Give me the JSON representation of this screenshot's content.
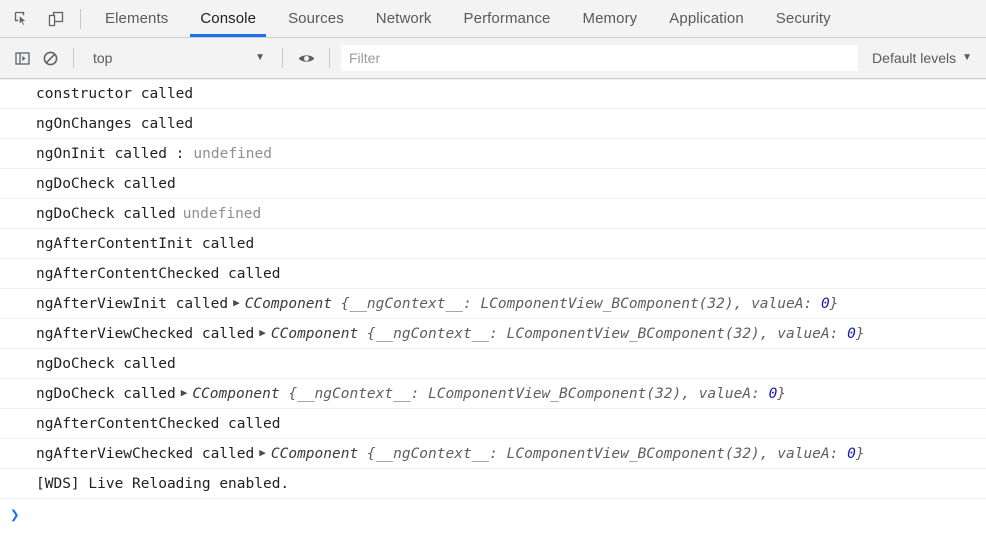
{
  "theme": {
    "accent": "#1a73e8",
    "toolbar_bg": "#f3f3f3",
    "body_bg": "#ffffff",
    "text": "#202124",
    "muted_text": "#5a5a5a",
    "undefined_color": "#8f8f8f",
    "number_color": "#1a1aa6",
    "object_color": "#5f5f5f",
    "border": "#cdcdcd"
  },
  "tabbar": {
    "inspect_icon": "inspect-element-icon",
    "device_icon": "device-toolbar-icon",
    "tabs": [
      {
        "label": "Elements",
        "active": false
      },
      {
        "label": "Console",
        "active": true
      },
      {
        "label": "Sources",
        "active": false
      },
      {
        "label": "Network",
        "active": false
      },
      {
        "label": "Performance",
        "active": false
      },
      {
        "label": "Memory",
        "active": false
      },
      {
        "label": "Application",
        "active": false
      },
      {
        "label": "Security",
        "active": false
      }
    ]
  },
  "filterbar": {
    "sidebar_toggle_icon": "console-sidebar-icon",
    "clear_icon": "clear-console-icon",
    "eye_icon": "live-expression-eye-icon",
    "context": {
      "value": "top",
      "caret": "▼"
    },
    "filter": {
      "value": "",
      "placeholder": "Filter"
    },
    "levels": {
      "label": "Default levels",
      "caret": "▼"
    }
  },
  "console": {
    "arrow_glyph": "▶",
    "object_preview": {
      "class_name": "CComponent",
      "open_brace": " {",
      "key1": "__ngContext__",
      "sep1": ": ",
      "val1": "LComponentView_BComponent(32)",
      "comma": ", ",
      "key2": "valueA",
      "sep2": ": ",
      "val2": "0",
      "close_brace": "}"
    },
    "rows": [
      {
        "text": "constructor called",
        "undefined_suffix": null,
        "object": false
      },
      {
        "text": "ngOnChanges called",
        "undefined_suffix": null,
        "object": false
      },
      {
        "text": "ngOnInit called :",
        "undefined_suffix": "undefined",
        "object": false
      },
      {
        "text": "ngDoCheck called",
        "undefined_suffix": null,
        "object": false
      },
      {
        "text": "ngDoCheck called",
        "undefined_suffix": "undefined",
        "object": false,
        "tight": true
      },
      {
        "text": "ngAfterContentInit called",
        "undefined_suffix": null,
        "object": false
      },
      {
        "text": "ngAfterContentChecked called",
        "undefined_suffix": null,
        "object": false
      },
      {
        "text": "ngAfterViewInit called",
        "undefined_suffix": null,
        "object": true
      },
      {
        "text": "ngAfterViewChecked called",
        "undefined_suffix": null,
        "object": true
      },
      {
        "text": "ngDoCheck called",
        "undefined_suffix": null,
        "object": false
      },
      {
        "text": "ngDoCheck called",
        "undefined_suffix": null,
        "object": true
      },
      {
        "text": "ngAfterContentChecked called",
        "undefined_suffix": null,
        "object": false
      },
      {
        "text": "ngAfterViewChecked called",
        "undefined_suffix": null,
        "object": true
      },
      {
        "text": "[WDS] Live Reloading enabled.",
        "undefined_suffix": null,
        "object": false
      }
    ]
  },
  "prompt": {
    "caret": "❯",
    "value": "",
    "placeholder": ""
  }
}
